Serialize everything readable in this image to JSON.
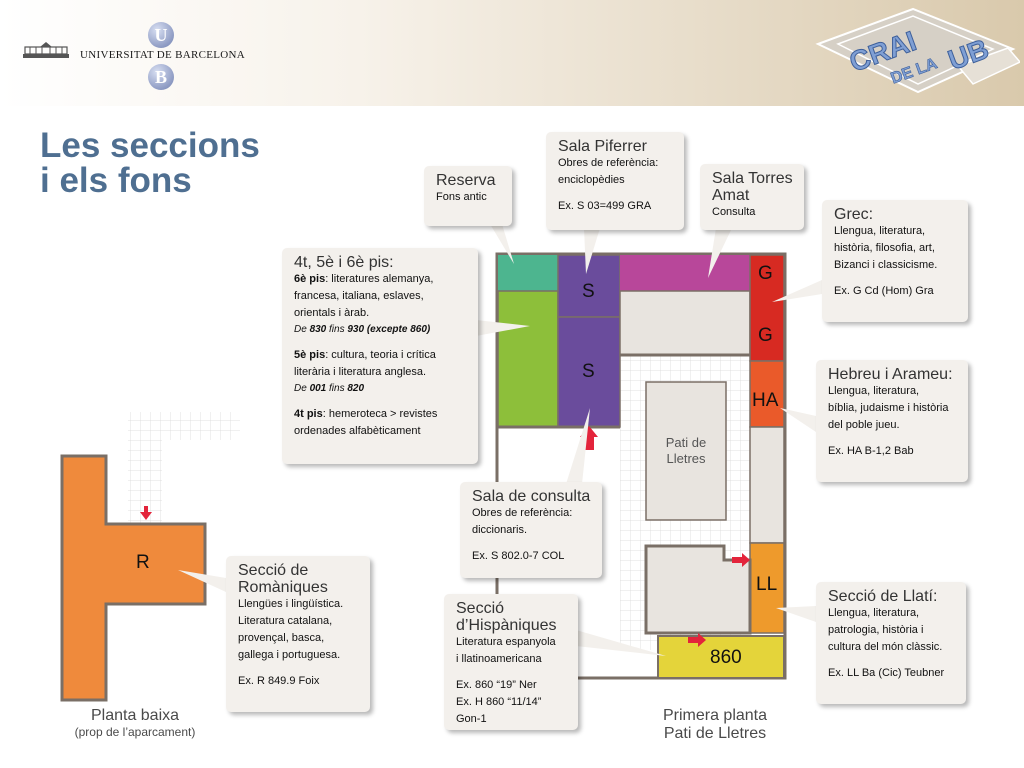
{
  "header": {
    "university_name": "UNIVERSITAT DE BARCELONA",
    "logo_letters": [
      "U",
      "B"
    ],
    "crai_logo": {
      "top": "CRAI",
      "middle": "DE LA",
      "right": "UB"
    }
  },
  "title": {
    "line1": "Les seccions",
    "line2": "i els fons"
  },
  "rooms": {
    "s_top": "S",
    "s_bottom": "S",
    "g1": "G",
    "g2": "G",
    "ha": "HA",
    "ll": "LL",
    "r": "R",
    "n860": "860",
    "patio": {
      "line1": "Pati de",
      "line2": "Lletres"
    }
  },
  "captions": {
    "ground": {
      "line1": "Planta baixa",
      "line2": "(prop de l’aparcament)"
    },
    "first": {
      "line1": "Primera planta",
      "line2": "Pati de Lletres"
    }
  },
  "callouts": {
    "reserva": {
      "title": "Reserva",
      "line1": "Fons antic"
    },
    "piferrer": {
      "title": "Sala Piferrer",
      "line1": "Obres de referència:",
      "line2": "enciclopèdies",
      "example": "Ex. S 03=499 GRA"
    },
    "torres": {
      "title1": "Sala Torres",
      "title2": "Amat",
      "line1": "Consulta"
    },
    "grec": {
      "title": "Grec:",
      "line1": "Llengua, literatura,",
      "line2": "història, filosofia, art,",
      "line3": "Bizanci i classicisme.",
      "example": "Ex. G Cd (Hom) Gra"
    },
    "pisos": {
      "title": "4t, 5è i 6è pis:",
      "p6_label": "6è pis",
      "p6_line1": ": literatures alemanya,",
      "p6_line2": "francesa, italiana, eslaves,",
      "p6_line3": "orientals i àrab.",
      "p6_range_pre": "De ",
      "p6_range_a": "830",
      "p6_range_mid": " fins ",
      "p6_range_b": "930 (excepte 860)",
      "p5_label": "5è pis",
      "p5_line1": ": cultura, teoria i crítica",
      "p5_line2": "literària i literatura anglesa.",
      "p5_range_pre": "De ",
      "p5_range_a": "001",
      "p5_range_mid": " fins ",
      "p5_range_b": "820",
      "p4_label": "4t pis",
      "p4_line1": ": hemeroteca > revistes",
      "p4_line2": "ordenades alfabèticament"
    },
    "hebreu": {
      "title": "Hebreu i Arameu:",
      "line1": "Llengua, literatura,",
      "line2": "bíblia, judaisme i història",
      "line3": "del poble jueu.",
      "example": "Ex. HA B-1,2 Bab"
    },
    "consulta": {
      "title": "Sala de consulta",
      "line1": "Obres de referència:",
      "line2": "diccionaris.",
      "example": "Ex. S 802.0-7 COL"
    },
    "romaniques": {
      "title1": "Secció de",
      "title2": "Romàniques",
      "line1": "Llengües i lingüística.",
      "line2": "Literatura catalana,",
      "line3": "provençal, basca,",
      "line4": "gallega i portuguesa.",
      "example": "Ex. R 849.9 Foix"
    },
    "hispaniques": {
      "title1": "Secció",
      "title2": "d’Hispàniques",
      "line1": "Literatura espanyola",
      "line2": "i llatinoamericana",
      "example1": "Ex. 860 “19” Ner",
      "example2": "Ex. H 860 “11/14” Gon-1"
    },
    "llati": {
      "title": "Secció de Llatí:",
      "line1": "Llengua, literatura,",
      "line2": "patrologia, història i",
      "line3": "cultura del món clàssic.",
      "example": "Ex. LL Ba (Cic) Teubner"
    }
  },
  "colors": {
    "title": "#4f6f91",
    "orange": "#ef8a3c",
    "teal": "#4db58f",
    "green": "#8dbf3a",
    "purple": "#6a4c9c",
    "magenta": "#b8479a",
    "red": "#d72a22",
    "orange_red": "#ea5a2a",
    "amber": "#ee9a2c",
    "yellow": "#e4d43a",
    "floor": "#e8e4df",
    "wall": "#7a6f66",
    "arrow": "#e3243b"
  }
}
